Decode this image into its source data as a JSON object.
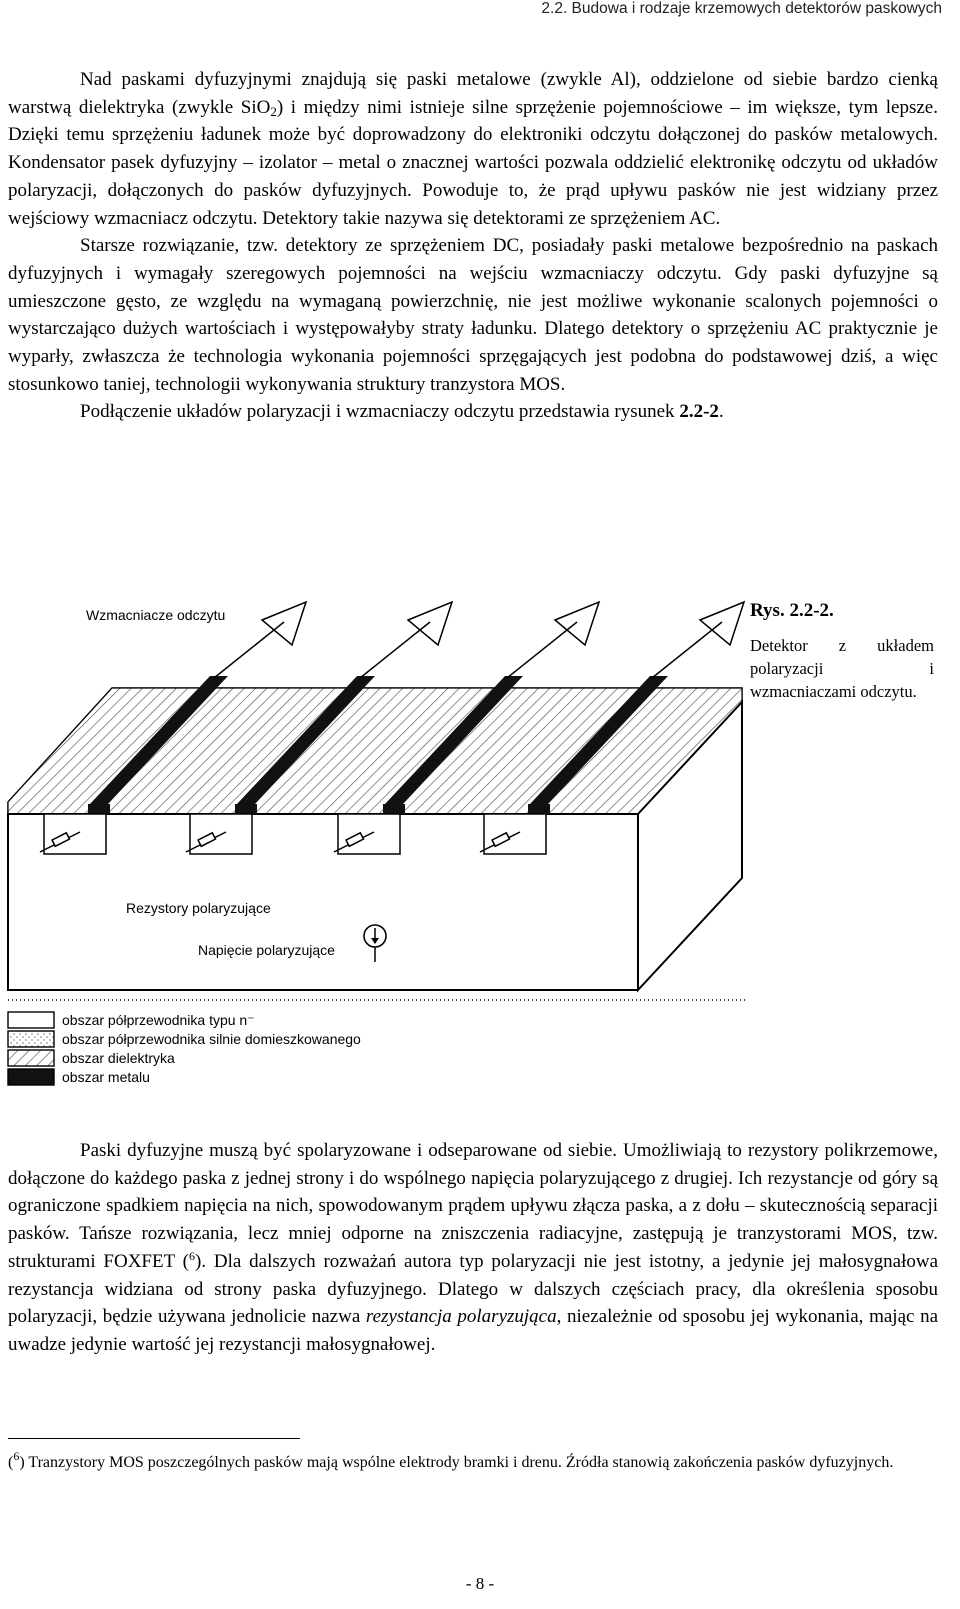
{
  "header": {
    "running_title": "2.2.  Budowa i rodzaje krzemowych detektorów paskowych"
  },
  "p1": {
    "t1": "Nad paskami dyfuzyjnymi znajdują się paski metalowe (zwykle Al), oddzielone od siebie bardzo cienką warstwą dielektryka (zwykle SiO",
    "sub": "2",
    "t2": ") i między nimi istnieje silne sprzężenie pojemnościowe – im większe, tym lepsze. Dzięki temu sprzężeniu ładunek może być doprowadzony do elektroniki odczytu dołączonej do pasków metalowych. Kondensator pasek dyfuzyjny – izolator – metal o znacznej wartości pozwala oddzielić elektronikę odczytu od układów polaryzacji, dołączonych do pasków dyfuzyjnych. Powoduje to, że prąd upływu pasków nie jest widziany przez wejściowy wzmacniacz odczytu. Detektory takie nazywa się detektorami ze sprzężeniem AC."
  },
  "p2": "Starsze rozwiązanie, tzw. detektory ze sprzężeniem DC, posiadały paski metalowe bezpośrednio na paskach dyfuzyjnych i wymagały szeregowych pojemności na wejściu wzmacniaczy odczytu. Gdy paski dyfuzyjne są umieszczone gęsto, ze względu na wymaganą powierzchnię, nie jest możliwe wykonanie scalonych pojemności o wystarczająco dużych wartościach i występowałyby straty ładunku. Dlatego detektory o sprzężeniu AC praktycznie je wyparły, zwłaszcza że technologia wykonania pojemności sprzęgających jest podobna do podstawowej dziś, a więc stosunkowo taniej, technologii wykonywania struktury tranzystora MOS.",
  "p3": {
    "t1": "Podłączenie układów polaryzacji i wzmacniaczy odczytu przedstawia rysunek ",
    "ref": "2.2-2",
    "t2": "."
  },
  "figure": {
    "number": "Rys. 2.2-2.",
    "caption": "Detektor z układem polaryzacji i wzmacniaczami odczytu.",
    "label_amplifiers": "Wzmacniacze odczytu",
    "label_resistors": "Rezystory polaryzujące",
    "label_voltage": "Napięcie polaryzujące",
    "legend": [
      "obszar półprzewodnika typu n⁻",
      "obszar półprzewodnika silnie domieszkowanego",
      "obszar dielektryka",
      "obszar metalu"
    ]
  },
  "p4": {
    "t1": "Paski dyfuzyjne muszą być spolaryzowane i odseparowane od siebie. Umożliwiają to rezystory polikrzemowe, dołączone do każdego paska z jednej strony i do wspólnego napięcia polaryzującego z drugiej. Ich rezystancje od góry są ograniczone spadkiem napięcia na nich, spowodowanym prądem upływu złącza paska, a z dołu – skutecznością separacji pasków. Tańsze rozwiązania, lecz mniej odporne na zniszczenia radiacyjne, zastępują je tranzystorami MOS, tzw. strukturami FOXFET (",
    "sup": "6",
    "t2": "). Dla dalszych rozważań autora typ polaryzacji nie jest istotny, a jedynie jej małosygnałowa rezystancja widziana od strony paska dyfuzyjnego. Dlatego w dalszych częściach pracy, dla określenia sposobu polaryzacji, będzie używana jednolicie nazwa ",
    "ital": "rezystancja polaryzująca",
    "t3": ", niezależnie od sposobu jej wykonania, mając na uwadze jedynie wartość jej rezystancji małosygnałowej."
  },
  "footnote": {
    "open": "(",
    "num": "6",
    "text": ") Tranzystory MOS poszczególnych pasków mają wspólne elektrody bramki i drenu. Źródła stanowią zakończenia pasków dyfuzyjnych."
  },
  "page_number": "- 8 -"
}
